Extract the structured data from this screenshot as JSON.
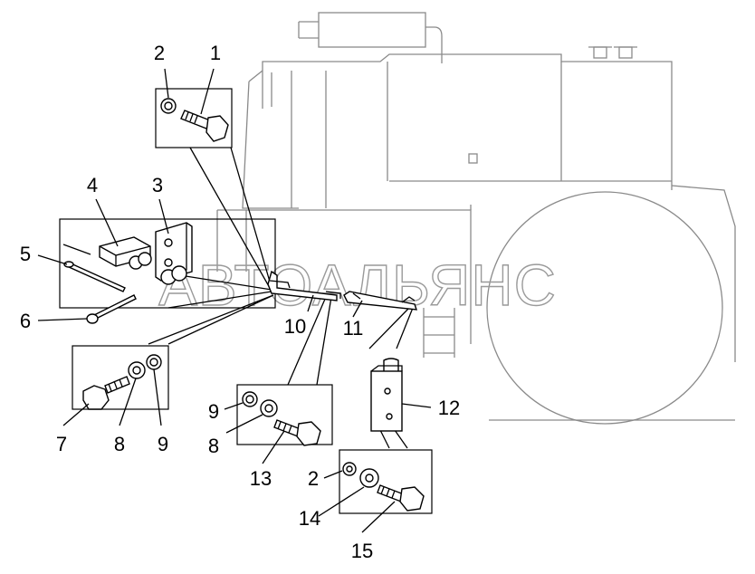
{
  "diagram": {
    "watermark": "АВТОАЛЬЯНС",
    "callouts": [
      {
        "id": "c2a",
        "label": "2"
      },
      {
        "id": "c1",
        "label": "1"
      },
      {
        "id": "c4",
        "label": "4"
      },
      {
        "id": "c3",
        "label": "3"
      },
      {
        "id": "c5",
        "label": "5"
      },
      {
        "id": "c6",
        "label": "6"
      },
      {
        "id": "c10",
        "label": "10"
      },
      {
        "id": "c11",
        "label": "11"
      },
      {
        "id": "c12",
        "label": "12"
      },
      {
        "id": "c7",
        "label": "7"
      },
      {
        "id": "c8a",
        "label": "8"
      },
      {
        "id": "c9a",
        "label": "9"
      },
      {
        "id": "c9b",
        "label": "9"
      },
      {
        "id": "c8b",
        "label": "8"
      },
      {
        "id": "c13",
        "label": "13"
      },
      {
        "id": "c2b",
        "label": "2"
      },
      {
        "id": "c14",
        "label": "14"
      },
      {
        "id": "c15",
        "label": "15"
      }
    ]
  }
}
